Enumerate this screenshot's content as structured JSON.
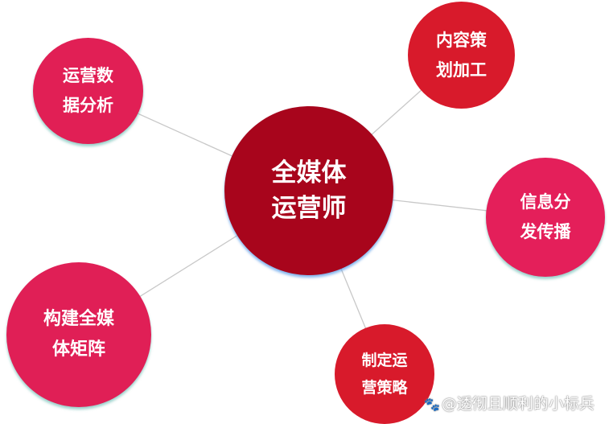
{
  "center": {
    "line1": "全媒体",
    "line2": "运营师"
  },
  "nodes": [
    {
      "line1": "内容策",
      "line2": "划加工"
    },
    {
      "line1": "运营数",
      "line2": "据分析"
    },
    {
      "line1": "信息分",
      "line2": "发传播"
    },
    {
      "line1": "构建全媒",
      "line2": "体矩阵"
    },
    {
      "line1": "制定运",
      "line2": "营策略"
    }
  ],
  "watermark": "@透彻且顺利的小标兵",
  "colors": {
    "center": "#a8051c",
    "satellite_red": "#d81a2b",
    "satellite_pink": "#e11f55"
  }
}
